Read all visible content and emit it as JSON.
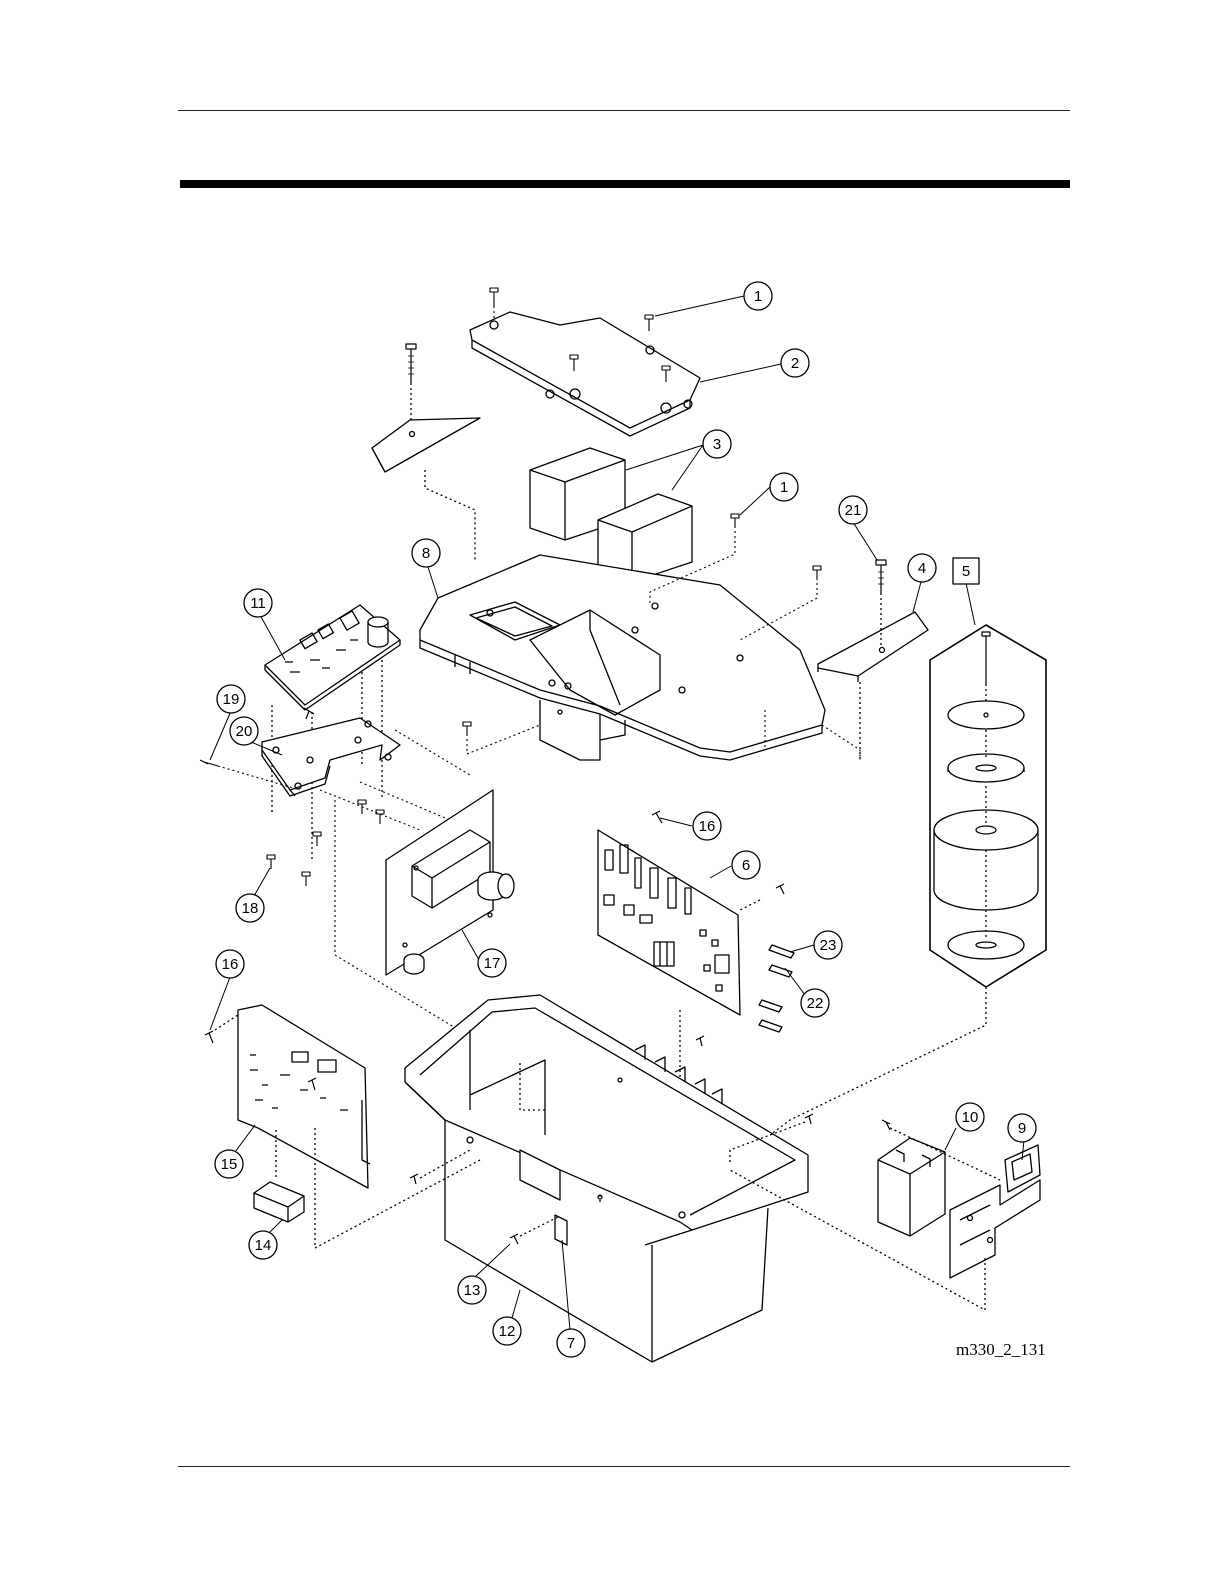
{
  "figure": {
    "id": "m330_2_131",
    "callouts": [
      {
        "num": "1",
        "shape": "circle"
      },
      {
        "num": "2",
        "shape": "circle"
      },
      {
        "num": "3",
        "shape": "circle"
      },
      {
        "num": "1",
        "shape": "circle"
      },
      {
        "num": "21",
        "shape": "circle"
      },
      {
        "num": "4",
        "shape": "circle"
      },
      {
        "num": "5",
        "shape": "square"
      },
      {
        "num": "8",
        "shape": "circle"
      },
      {
        "num": "11",
        "shape": "circle"
      },
      {
        "num": "19",
        "shape": "circle"
      },
      {
        "num": "20",
        "shape": "circle"
      },
      {
        "num": "16",
        "shape": "circle"
      },
      {
        "num": "6",
        "shape": "circle"
      },
      {
        "num": "23",
        "shape": "circle"
      },
      {
        "num": "22",
        "shape": "circle"
      },
      {
        "num": "18",
        "shape": "circle"
      },
      {
        "num": "17",
        "shape": "circle"
      },
      {
        "num": "16",
        "shape": "circle"
      },
      {
        "num": "10",
        "shape": "circle"
      },
      {
        "num": "9",
        "shape": "circle"
      },
      {
        "num": "15",
        "shape": "circle"
      },
      {
        "num": "14",
        "shape": "circle"
      },
      {
        "num": "13",
        "shape": "circle"
      },
      {
        "num": "12",
        "shape": "circle"
      },
      {
        "num": "7",
        "shape": "circle"
      }
    ]
  }
}
